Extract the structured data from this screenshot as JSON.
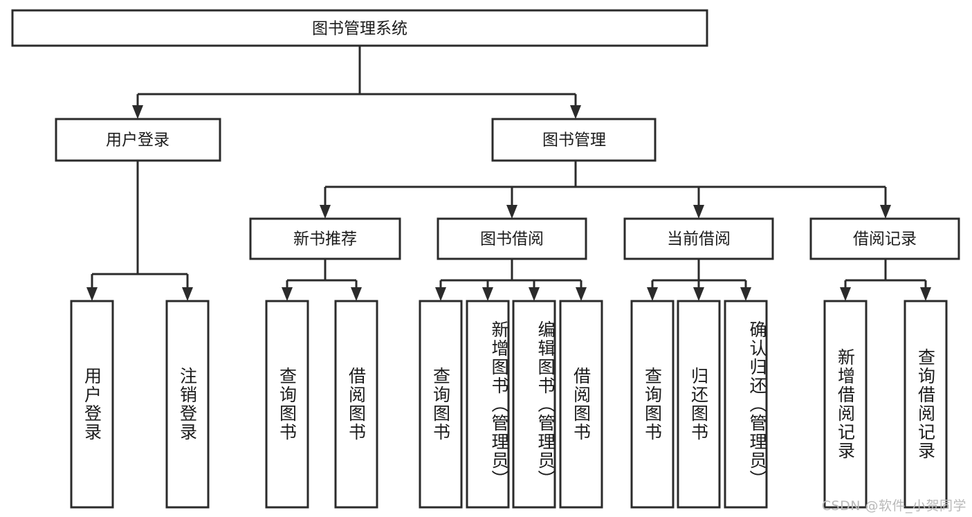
{
  "diagram": {
    "type": "tree-hierarchy",
    "title": "图书管理系统",
    "root": {
      "id": "root",
      "label": "图书管理系统"
    },
    "level2": [
      {
        "id": "user-login",
        "label": "用户登录"
      },
      {
        "id": "book-manage",
        "label": "图书管理"
      }
    ],
    "level3": [
      {
        "id": "new-book-recommend",
        "label": "新书推荐",
        "parent": "book-manage"
      },
      {
        "id": "book-borrow",
        "label": "图书借阅",
        "parent": "book-manage"
      },
      {
        "id": "current-borrow",
        "label": "当前借阅",
        "parent": "book-manage"
      },
      {
        "id": "borrow-record",
        "label": "借阅记录",
        "parent": "book-manage"
      }
    ],
    "leaves": [
      {
        "id": "leaf-user-login",
        "label": "用户登录",
        "parent": "user-login"
      },
      {
        "id": "leaf-user-logout",
        "label": "注销登录",
        "parent": "user-login"
      },
      {
        "id": "leaf-query-book-1",
        "label": "查询图书",
        "parent": "new-book-recommend"
      },
      {
        "id": "leaf-borrow-book-1",
        "label": "借阅图书",
        "parent": "new-book-recommend"
      },
      {
        "id": "leaf-query-book-2",
        "label": "查询图书",
        "parent": "book-borrow"
      },
      {
        "id": "leaf-add-book",
        "label": "新增图书（管理员）",
        "parent": "book-borrow"
      },
      {
        "id": "leaf-edit-book",
        "label": "编辑图书（管理员）",
        "parent": "book-borrow"
      },
      {
        "id": "leaf-borrow-book-2",
        "label": "借阅图书",
        "parent": "book-borrow"
      },
      {
        "id": "leaf-query-book-3",
        "label": "查询图书",
        "parent": "current-borrow"
      },
      {
        "id": "leaf-return-book",
        "label": "归还图书",
        "parent": "current-borrow"
      },
      {
        "id": "leaf-confirm-return",
        "label": "确认归还（管理员）",
        "parent": "current-borrow"
      },
      {
        "id": "leaf-add-record",
        "label": "新增借阅记录",
        "parent": "borrow-record"
      },
      {
        "id": "leaf-query-record",
        "label": "查询借阅记录",
        "parent": "borrow-record"
      }
    ],
    "colors": {
      "stroke": "#2b2b2b",
      "fill": "#ffffff",
      "text": "#1b1b1b",
      "watermark": "#b9b9b9"
    }
  },
  "watermark": {
    "text": "CSDN @软件_小贺同学"
  }
}
